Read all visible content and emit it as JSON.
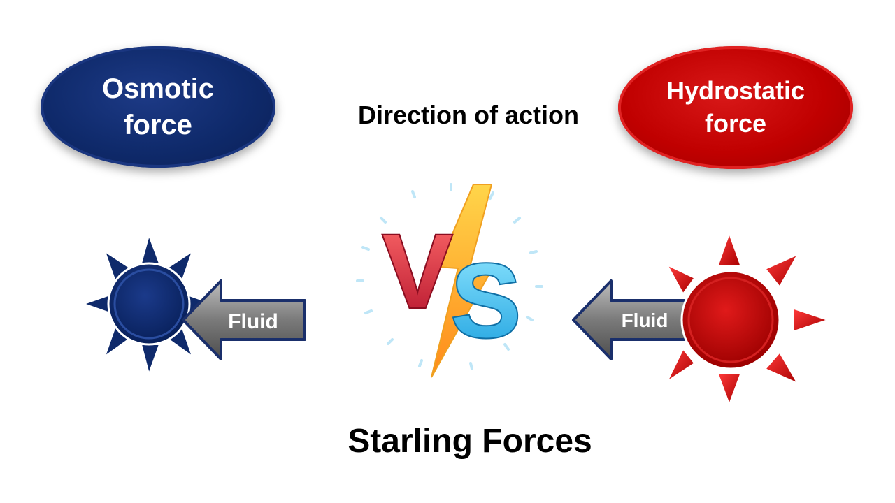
{
  "osmotic": {
    "line1": "Osmotic",
    "line2": "force",
    "color": "#0f2a6b"
  },
  "hydrostatic": {
    "line1": "Hydrostatic",
    "line2": "force",
    "color": "#c00000"
  },
  "direction_label": "Direction of action",
  "vs": {
    "v": "V",
    "s": "S",
    "icon": "versus-icon"
  },
  "left_arrow": {
    "label": "Fluid"
  },
  "right_arrow": {
    "label": "Fluid"
  },
  "title": "Starling Forces"
}
